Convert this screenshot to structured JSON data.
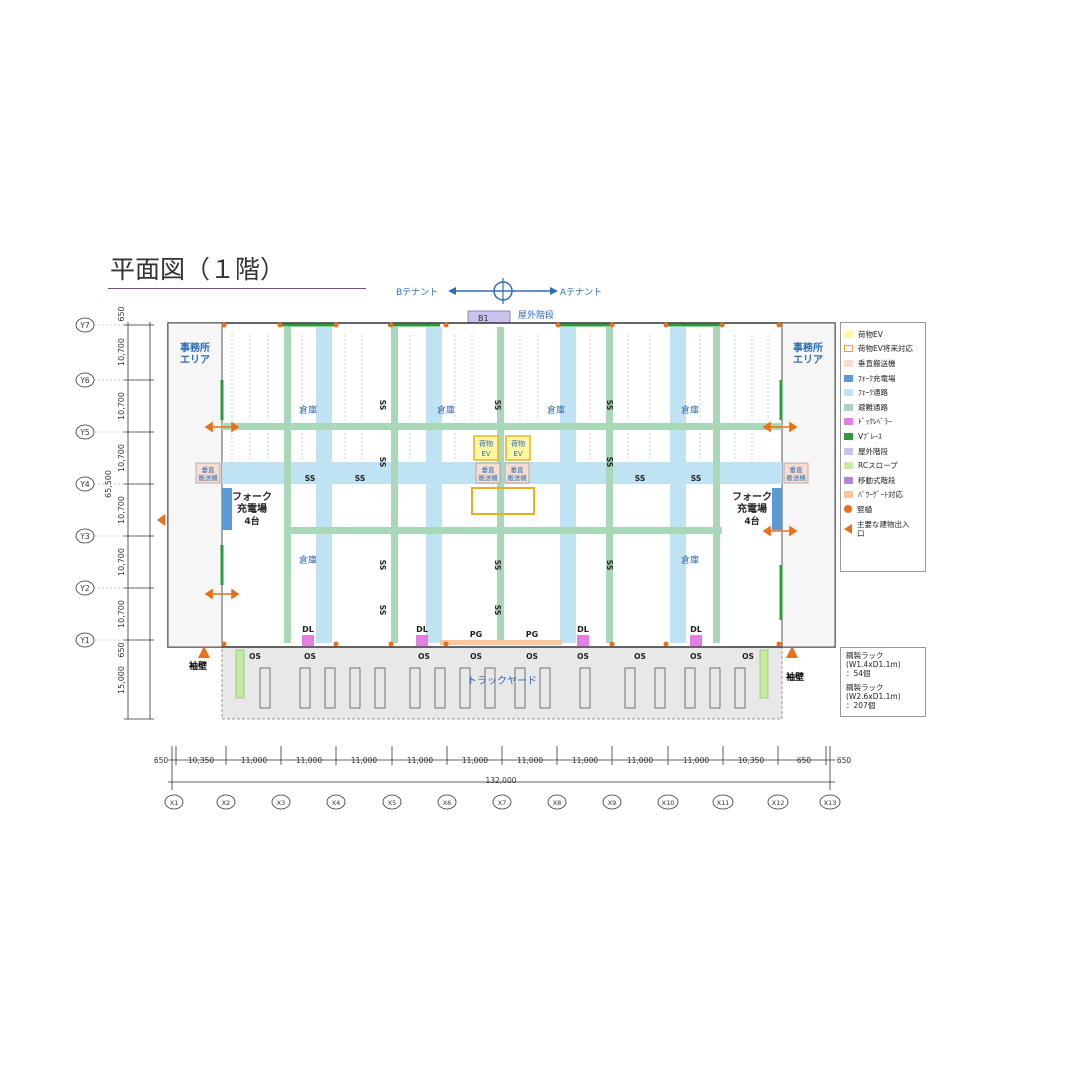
{
  "title": "平面図（１階）",
  "orientation": {
    "left": "Bテナント",
    "right": "Aテナント"
  },
  "stair_label": "屋外階段",
  "stair_box_label": "B1",
  "rooms": {
    "office": [
      "事務所",
      "エリア"
    ],
    "warehouse": "倉庫",
    "fork_charge": [
      "フォーク",
      "充電場",
      "4台"
    ],
    "vertical_conveyor": [
      "垂直",
      "搬送機"
    ],
    "cargo_ev": [
      "荷物",
      "EV"
    ],
    "truck_yard": "トラックヤード",
    "sode_kabe": "袖壁"
  },
  "area_labels": {
    "ss": "SS",
    "dl": "DL",
    "pg": "PG",
    "os": "OS"
  },
  "y_axes": [
    "Y7",
    "Y6",
    "Y5",
    "Y4",
    "Y3",
    "Y2",
    "Y1"
  ],
  "y_dims": [
    "650",
    "10,700",
    "10,700",
    "10,700",
    "10,700",
    "10,700",
    "10,700",
    "650",
    "15,000"
  ],
  "y_total": "65,500",
  "x_axes": [
    "X1",
    "X2",
    "X3",
    "X4",
    "X5",
    "X6",
    "X7",
    "X8",
    "X9",
    "X10",
    "X11",
    "X12",
    "X13"
  ],
  "x_dims": [
    "650",
    "10,350",
    "11,000",
    "11,000",
    "11,000",
    "11,000",
    "11,000",
    "11,000",
    "11,000",
    "11,000",
    "11,000",
    "10,350",
    "650"
  ],
  "x_total": "132,000",
  "legend": [
    {
      "label": "荷物EV",
      "color": "#fff7a8",
      "kind": "fill"
    },
    {
      "label": "荷物EV将来対応",
      "color": "#e6b21c",
      "kind": "outline"
    },
    {
      "label": "垂直搬送機",
      "color": "#f7dcd0",
      "kind": "fill"
    },
    {
      "label": "ﾌｫｰｸ充電場",
      "color": "#5b9bd5",
      "kind": "fill"
    },
    {
      "label": "ﾌｫｰｸ通路",
      "color": "#bfe3f2",
      "kind": "fill"
    },
    {
      "label": "避難通路",
      "color": "#a9d8b8",
      "kind": "fill"
    },
    {
      "label": "ﾄﾞｯｸﾚﾍﾞﾗｰ",
      "color": "#e37fe0",
      "kind": "fill"
    },
    {
      "label": "Vﾌﾞﾚｰｽ",
      "color": "#2e9a3c",
      "kind": "fill"
    },
    {
      "label": "屋外階段",
      "color": "#c9c3ee",
      "kind": "fill"
    },
    {
      "label": "RCスロープ",
      "color": "#c5ec9f",
      "kind": "fill"
    },
    {
      "label": "移動式階段",
      "color": "#b186d8",
      "kind": "fill"
    },
    {
      "label": "ﾊﾟﾜｰｹﾞｰﾄ対応",
      "color": "#f6c6a0",
      "kind": "fill"
    },
    {
      "label": "竪樋",
      "color": "#e8701a",
      "kind": "dot"
    },
    {
      "label": "主要な建物出入口",
      "color": "#e8701a",
      "kind": "triangle"
    }
  ],
  "rack_notes": [
    "鋼製ラック",
    "(W1.4xD1.1m)",
    "：54個",
    "鋼製ラック",
    "(W2.6xD1.1m)",
    "：207個"
  ],
  "colors": {
    "fork_aisle": "#bfe3f2",
    "evac": "#a9d8b8",
    "green_brace": "#2e9a3c",
    "orange": "#e8701a",
    "label_blue": "#2f6db5",
    "yard": "#e8e8e8"
  }
}
